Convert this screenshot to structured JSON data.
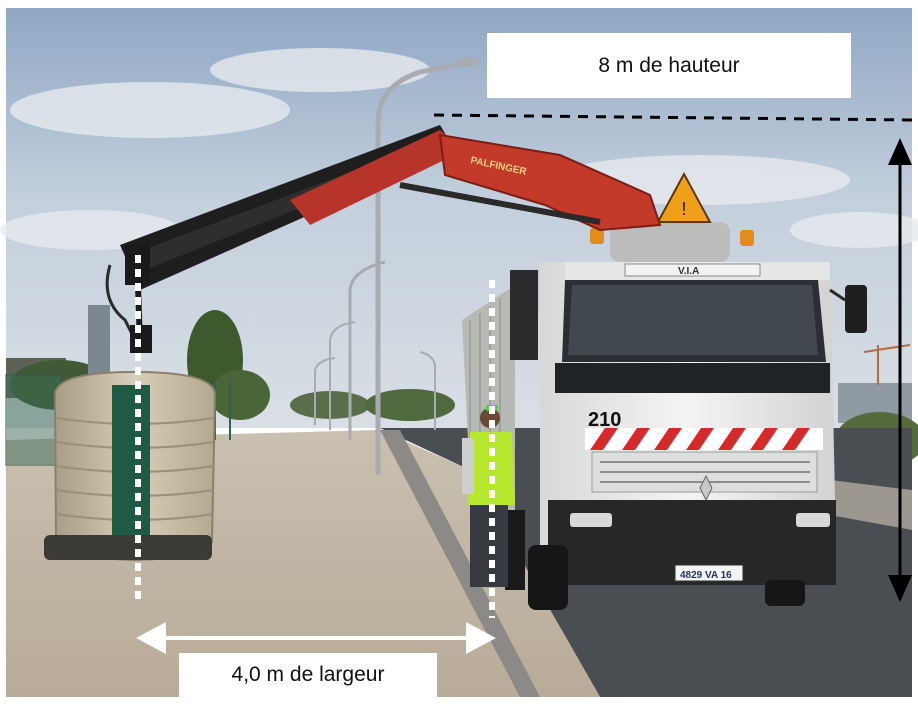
{
  "annotations": {
    "height_label": "8 m de hauteur",
    "width_label": "4,0 m de largeur"
  },
  "truck": {
    "fleet_number": "210",
    "plate": "4829 VA 16",
    "cab_sign": "V.I.A",
    "crane_brand": "PALFINGER"
  },
  "colors": {
    "sky": "#b9c8d8",
    "crane_red": "#c23a2a",
    "cab_white": "#eeeeec",
    "tank_beige": "#c9bea5",
    "vest_yellow": "#b6e82e",
    "measure_lines": "#000000",
    "measure_dots": "#ffffff"
  },
  "icons": {
    "warning_sign": "roadwork-warning-triangle",
    "chevron_band": "red-white-chevrons"
  }
}
